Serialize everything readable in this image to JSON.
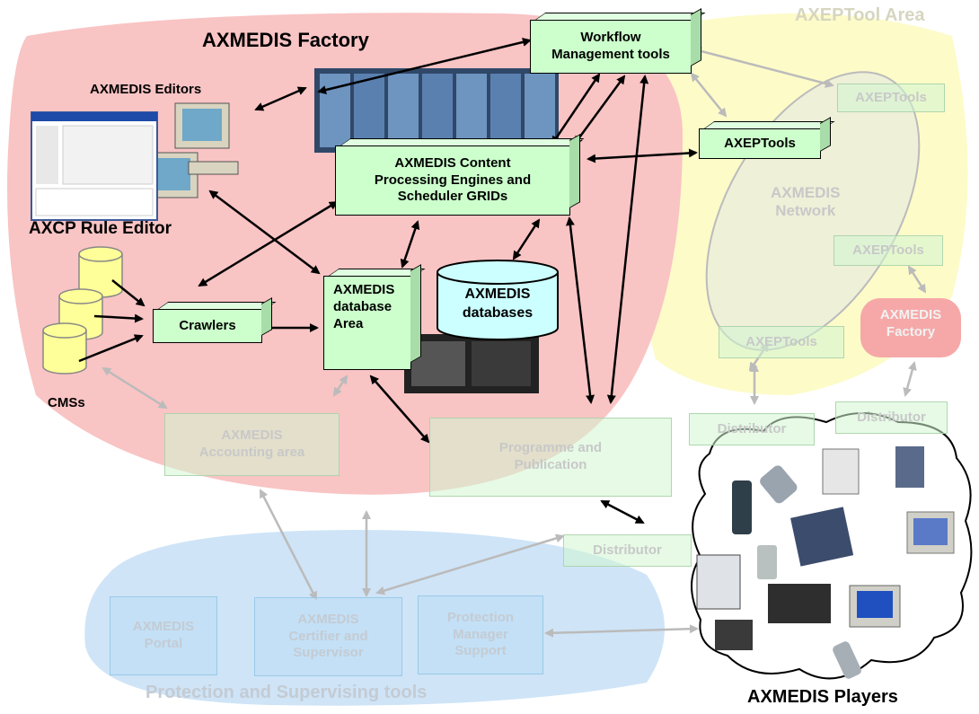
{
  "areas": {
    "factory_title": "AXMEDIS Factory",
    "axeptool_area_title": "AXEPTool Area",
    "protection_title": "Protection and Supervising tools",
    "players_title": "AXMEDIS Players"
  },
  "labels": {
    "editors": "AXMEDIS Editors",
    "axcp_rule_editor": "AXCP Rule Editor",
    "cmss": "CMSs",
    "network_line1": "AXMEDIS",
    "network_line2": "Network"
  },
  "boxes": {
    "workflow_line1": "Workflow",
    "workflow_line2": "Management tools",
    "content_line1": "AXMEDIS Content",
    "content_line2": "Processing Engines and",
    "content_line3": "Scheduler GRIDs",
    "axeptools_main": "AXEPTools",
    "crawlers": "Crawlers",
    "db_area_line1": "AXMEDIS",
    "db_area_line2": "database",
    "db_area_line3": "Area",
    "databases_line1": "AXMEDIS",
    "databases_line2": "databases",
    "accounting_line1": "AXMEDIS",
    "accounting_line2": "Accounting area",
    "programme_line1": "Programme and",
    "programme_line2": "Publication",
    "axeptools_1": "AXEPTools",
    "axeptools_2": "AXEPTools",
    "axeptools_3": "AXEPTools",
    "factory_remote_line1": "AXMEDIS",
    "factory_remote_line2": "Factory",
    "distributor_1": "Distributor",
    "distributor_2": "Distributor",
    "distributor_3": "Distributor",
    "portal_line1": "AXMEDIS",
    "portal_line2": "Portal",
    "certifier_line1": "AXMEDIS",
    "certifier_line2": "Certifier and",
    "certifier_line3": "Supervisor",
    "protection_mgr_line1": "Protection",
    "protection_mgr_line2": "Manager",
    "protection_mgr_line3": "Support"
  },
  "colors": {
    "factory_area": "#f9c4c4",
    "axeptool_area": "#fdfbc8",
    "protection_area": "#cfe4f7",
    "solid_box": "#ccffcc",
    "database": "#ccffff"
  }
}
